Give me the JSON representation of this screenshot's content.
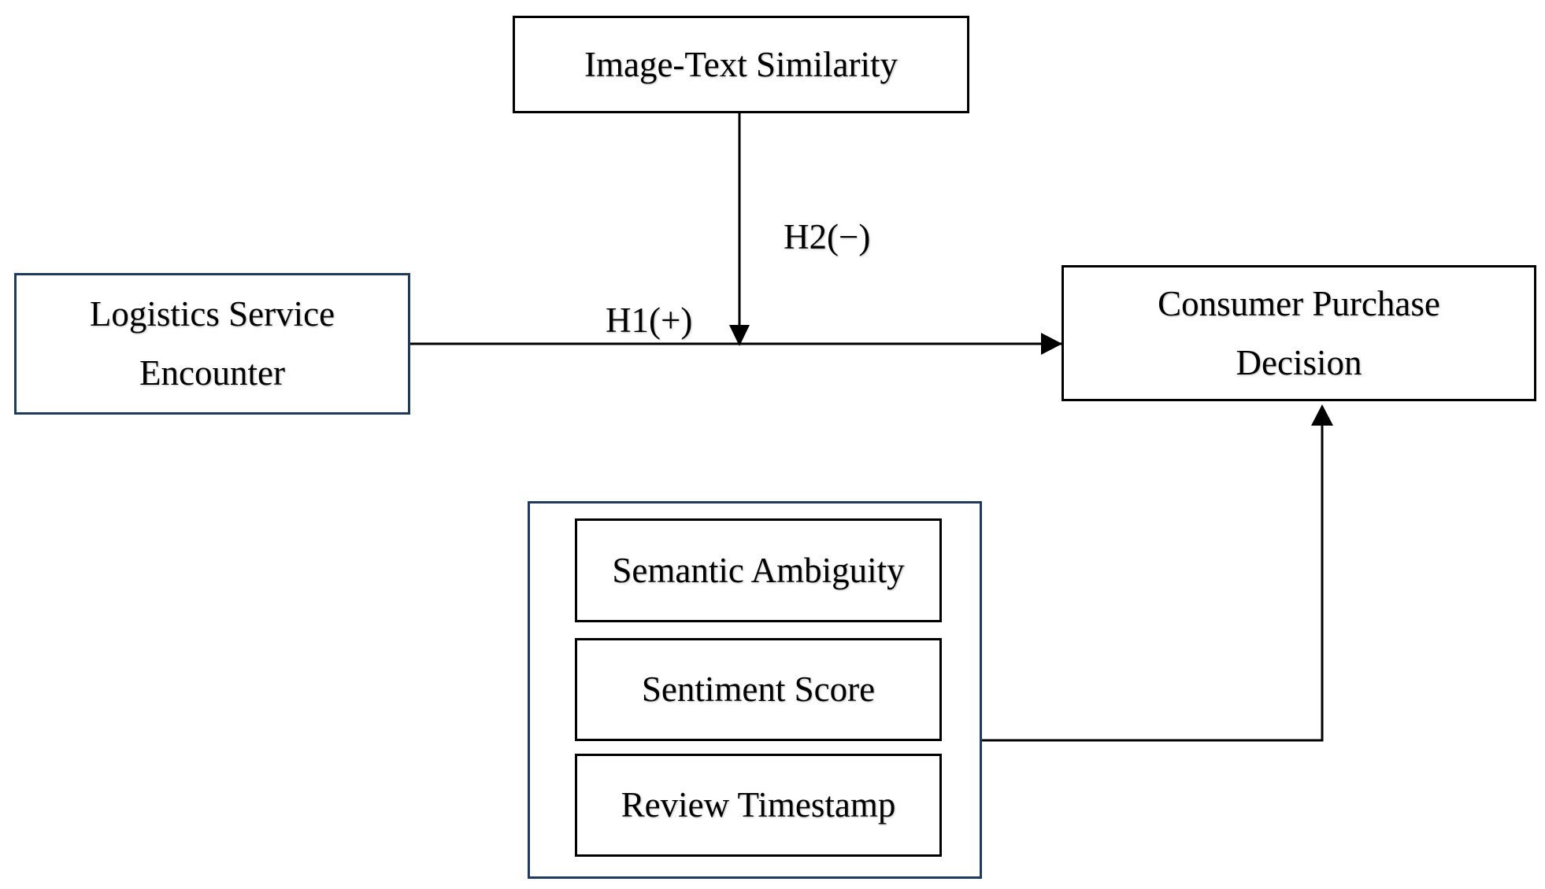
{
  "diagram": {
    "nodes": {
      "image_text_similarity": "Image-Text Similarity",
      "logistics_service_encounter": [
        "Logistics Service",
        "Encounter"
      ],
      "consumer_purchase_decision": [
        "Consumer Purchase",
        "Decision"
      ],
      "controls": [
        "Semantic Ambiguity",
        "Sentiment Score",
        "Review Timestamp"
      ]
    },
    "hypotheses": {
      "h1": "H1(+)",
      "h2": "H2(−)"
    },
    "colors": {
      "line": "#000000",
      "blue_border": "#1f3a5f",
      "background": "#ffffff"
    }
  }
}
